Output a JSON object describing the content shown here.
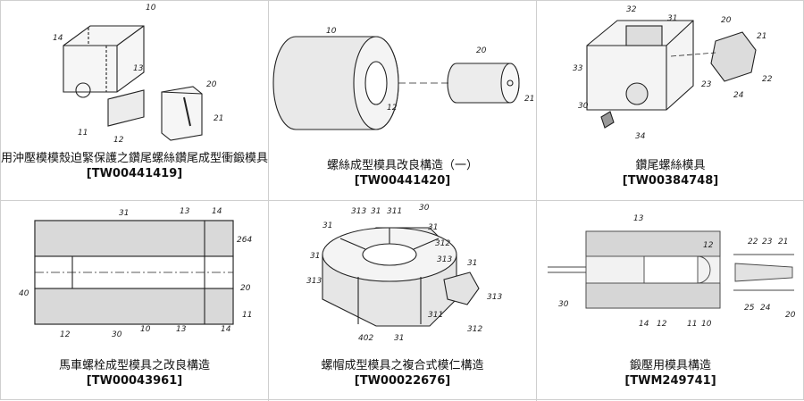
{
  "items": [
    {
      "title": "用沖壓模模殼迫緊保護之鑽尾螺絲鑽尾成型衝鍛模具",
      "code": "[TW00441419]",
      "labels": [
        "10",
        "14",
        "13",
        "20",
        "21",
        "11",
        "12"
      ]
    },
    {
      "title": "螺絲成型模具改良構造（一）",
      "code": "[TW00441420]",
      "labels": [
        "10",
        "20",
        "12",
        "21"
      ]
    },
    {
      "title": "鑽尾螺絲模具",
      "code": "[TW00384748]",
      "labels": [
        "32",
        "31",
        "20",
        "21",
        "33",
        "22",
        "23",
        "24",
        "30",
        "34"
      ]
    },
    {
      "title": "馬車螺栓成型模具之改良構造",
      "code": "[TW00043961]",
      "labels": [
        "31",
        "13",
        "14",
        "264",
        "40",
        "20",
        "11",
        "12",
        "30",
        "10",
        "13",
        "14"
      ]
    },
    {
      "title": "螺帽成型模具之複合式模仁構造",
      "code": "[TW00022676]",
      "labels": [
        "313",
        "31",
        "311",
        "30",
        "31",
        "31",
        "312",
        "31",
        "313",
        "313",
        "31",
        "313",
        "311",
        "312",
        "402",
        "31"
      ]
    },
    {
      "title": "鍛壓用模具構造",
      "code": "[TWM249741]",
      "labels": [
        "13",
        "12",
        "22",
        "23",
        "21",
        "30",
        "14",
        "12",
        "11",
        "10",
        "25",
        "24",
        "20"
      ]
    }
  ]
}
